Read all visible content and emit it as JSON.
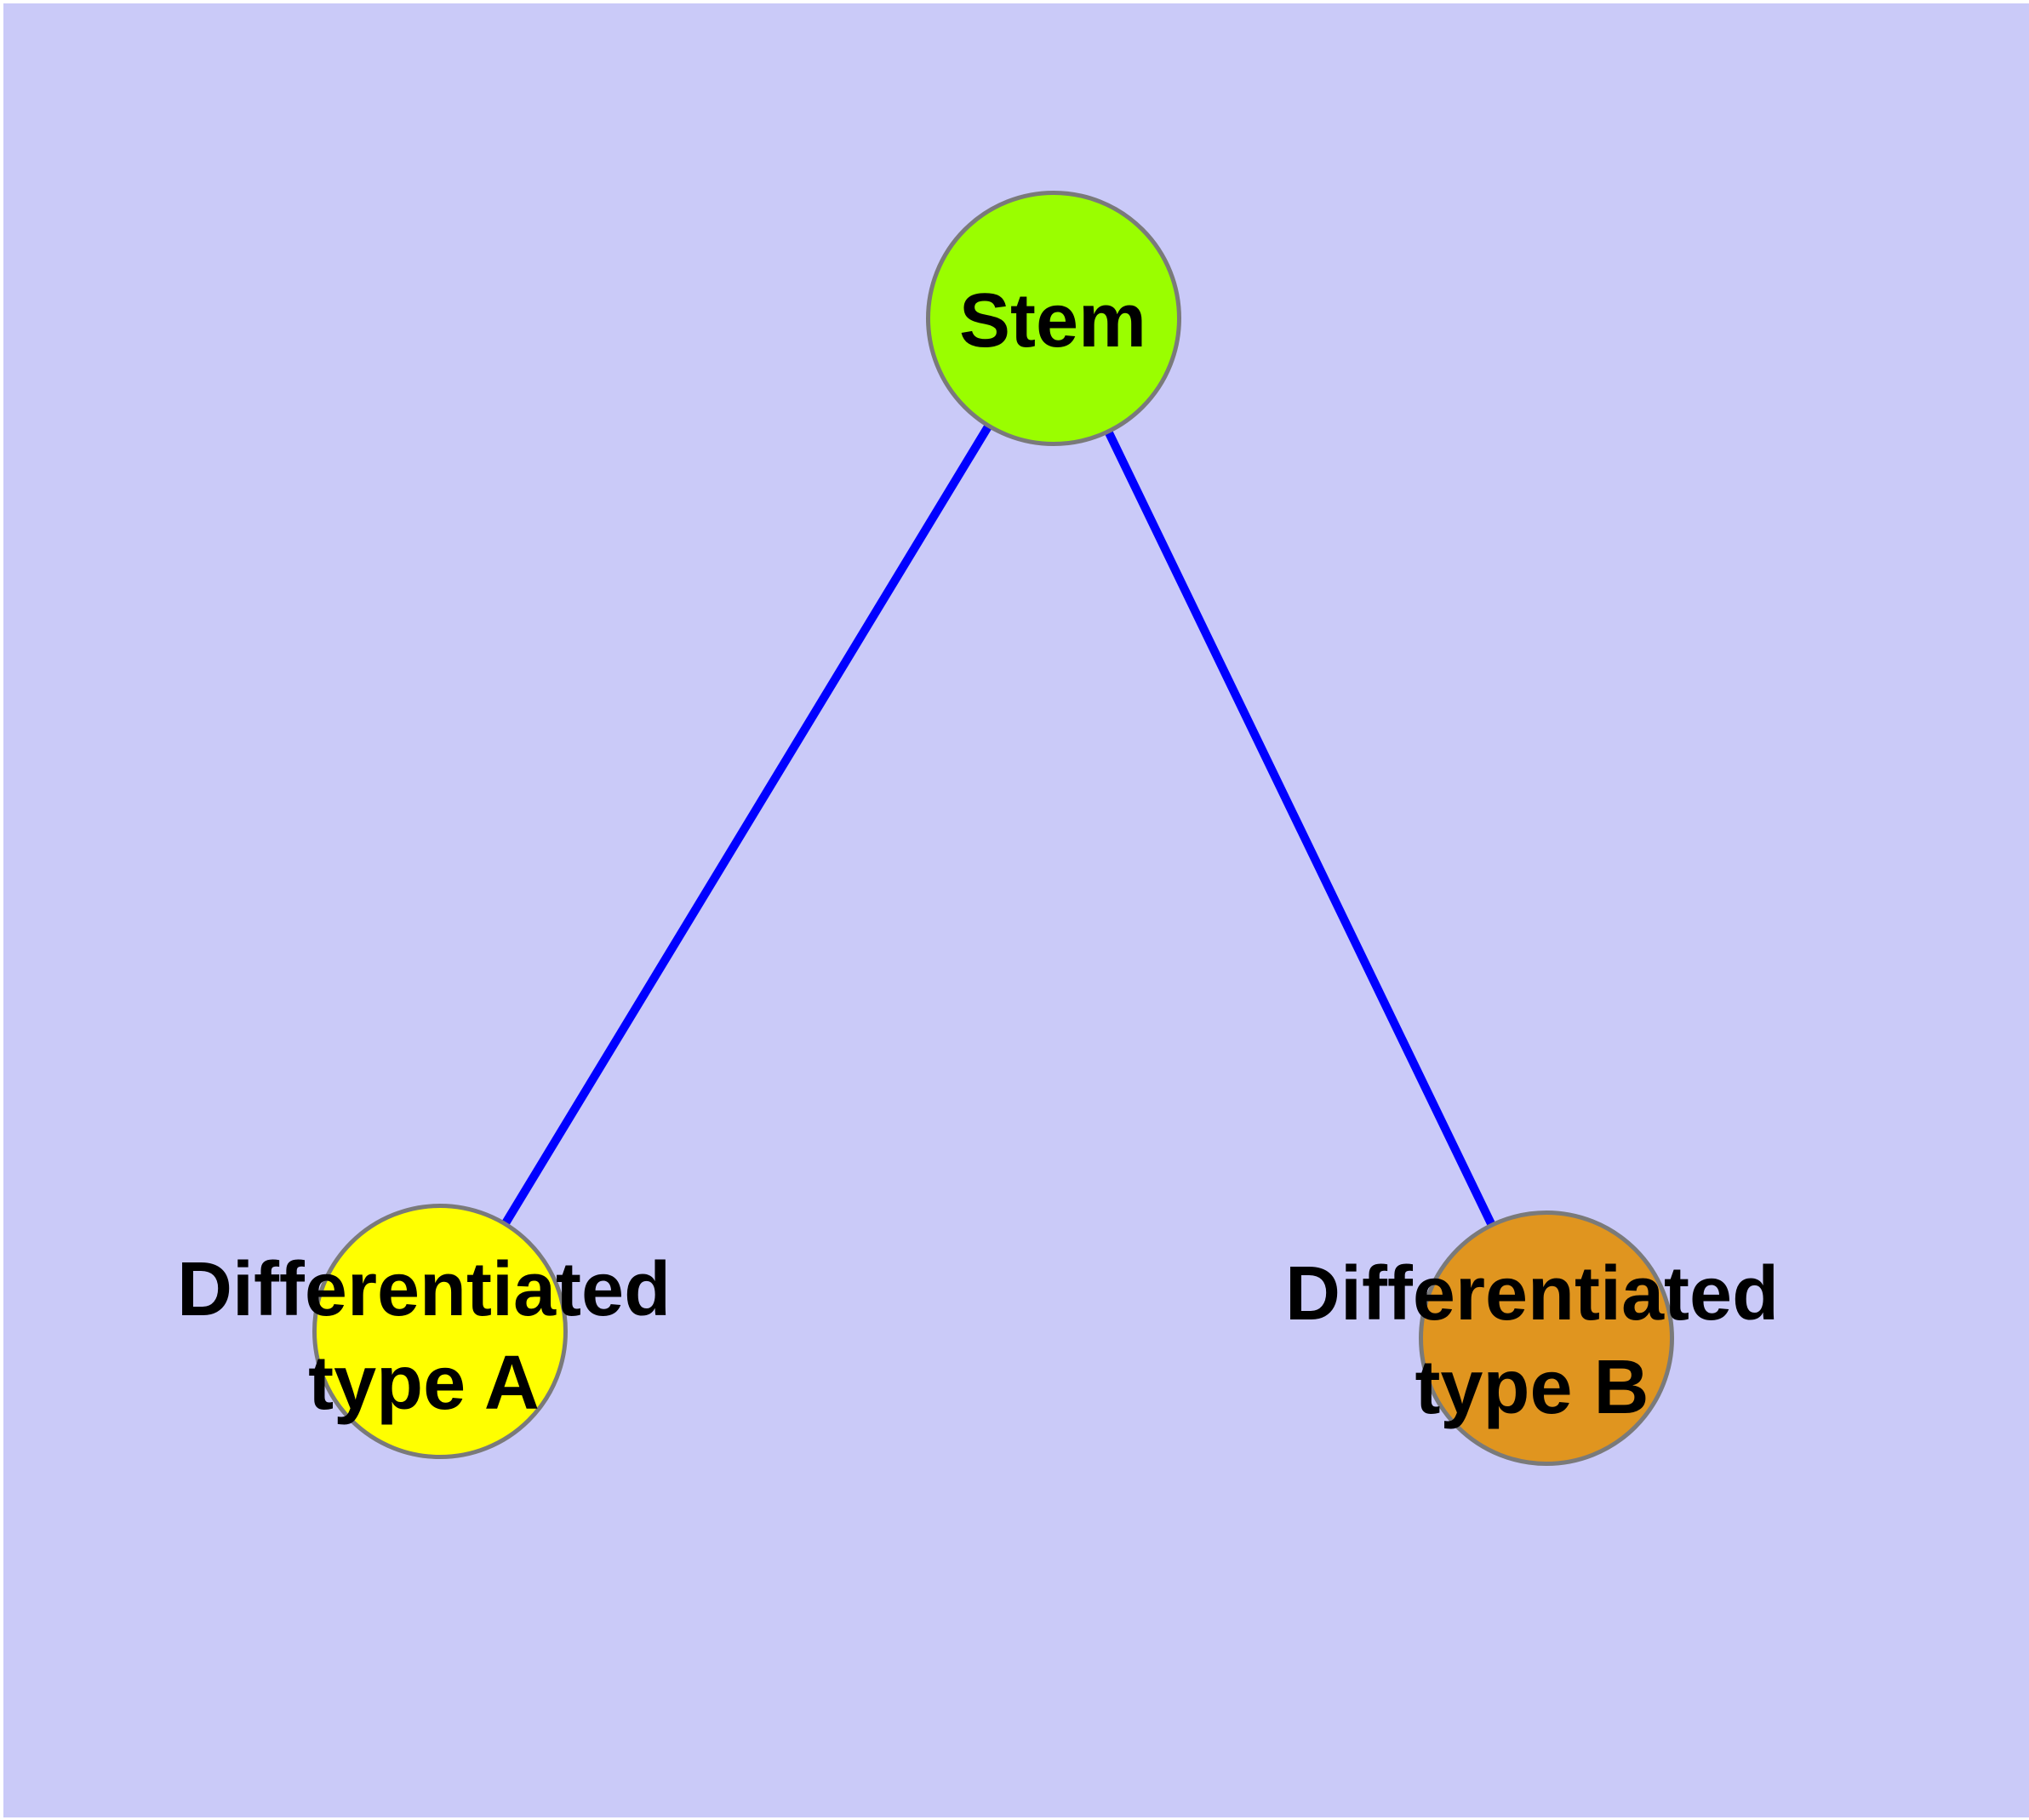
{
  "diagram": {
    "description": "Cell differentiation graph: a Stem node connected to two differentiated cell-type nodes",
    "colors": {
      "background": "#cacaf8",
      "page_margin": "#ffffff",
      "edge": "#0000ff",
      "node_border": "#7a7a7a",
      "label_text": "#000000",
      "stem_fill": "#9afe00",
      "type_a_fill": "#ffff00",
      "type_b_fill": "#e0951f"
    },
    "nodes": [
      {
        "id": "stem",
        "label_lines": [
          "Stem"
        ],
        "fill": "#9afe00"
      },
      {
        "id": "differentiated-type-a",
        "label_lines": [
          "Differentiated",
          "type A"
        ],
        "fill": "#ffff00"
      },
      {
        "id": "differentiated-type-b",
        "label_lines": [
          "Differentiated",
          "type B"
        ],
        "fill": "#e0951f"
      }
    ],
    "edges": [
      {
        "from": "stem",
        "to": "differentiated-type-a"
      },
      {
        "from": "stem",
        "to": "differentiated-type-b"
      }
    ]
  }
}
